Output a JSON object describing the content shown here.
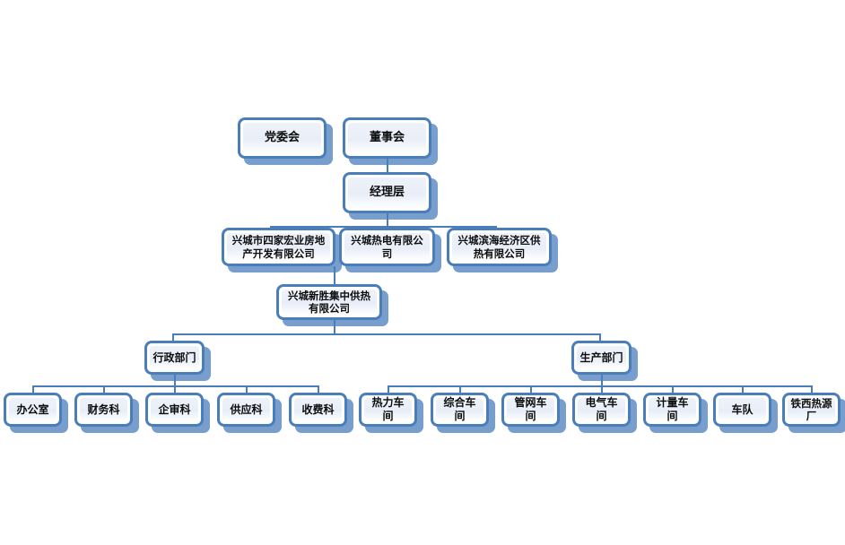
{
  "chart_data": {
    "type": "diagram",
    "title": "",
    "diagram_kind": "organizational-chart",
    "orientation": "top-down",
    "accent_color": "#4a7ebb",
    "fill_color": "#eef2fa",
    "text_color": "#0d0d0d",
    "background": "#ffffff",
    "levels": [
      {
        "level": 1,
        "nodes": [
          {
            "id": "party",
            "label": "党委会"
          },
          {
            "id": "board",
            "label": "董事会"
          }
        ]
      },
      {
        "level": 2,
        "nodes": [
          {
            "id": "manager",
            "label": "经理层",
            "parent": "board"
          }
        ]
      },
      {
        "level": 3,
        "nodes": [
          {
            "id": "sub1",
            "label": "兴城市四家宏业房地产开发有限公司",
            "parent": "manager"
          },
          {
            "id": "sub2",
            "label": "兴城热电有限公司",
            "parent": "manager"
          },
          {
            "id": "sub3",
            "label": "兴城滨海经济区供热有限公司",
            "parent": "manager"
          }
        ]
      },
      {
        "level": 4,
        "nodes": [
          {
            "id": "sub4",
            "label": "兴城新胜集中供热有限公司",
            "parent": "sub2"
          }
        ]
      },
      {
        "level": 5,
        "nodes": [
          {
            "id": "admin",
            "label": "行政部门",
            "parent": "sub4"
          },
          {
            "id": "prod",
            "label": "生产部门",
            "parent": "sub4"
          }
        ]
      },
      {
        "level": 6,
        "nodes": [
          {
            "id": "u1",
            "label": "办公室",
            "parent": "admin"
          },
          {
            "id": "u2",
            "label": "财务科",
            "parent": "admin"
          },
          {
            "id": "u3",
            "label": "企审科",
            "parent": "admin"
          },
          {
            "id": "u4",
            "label": "供应科",
            "parent": "admin"
          },
          {
            "id": "u5",
            "label": "收费科",
            "parent": "admin"
          },
          {
            "id": "u6",
            "label": "热力车间",
            "parent": "prod"
          },
          {
            "id": "u7",
            "label": "综合车间",
            "parent": "prod"
          },
          {
            "id": "u8",
            "label": "管网车间",
            "parent": "prod"
          },
          {
            "id": "u9",
            "label": "电气车间",
            "parent": "prod"
          },
          {
            "id": "u10",
            "label": "计量车间",
            "parent": "prod"
          },
          {
            "id": "u11",
            "label": "车队",
            "parent": "prod"
          },
          {
            "id": "u12",
            "label": "铁西热源厂",
            "parent": "prod"
          }
        ]
      }
    ]
  },
  "nodes": {
    "party": "党委会",
    "board": "董事会",
    "manager": "经理层",
    "sub1": "兴城市四家宏业房地产开发有限公司",
    "sub2": "兴城热电有限公司",
    "sub3": "兴城滨海经济区供热有限公司",
    "sub4": "兴城新胜集中供热有限公司",
    "admin": "行政部门",
    "prod": "生产部门",
    "u1": "办公室",
    "u2": "财务科",
    "u3": "企审科",
    "u4": "供应科",
    "u5": "收费科",
    "u6": "热力车间",
    "u7": "综合车间",
    "u8": "管网车间",
    "u9": "电气车间",
    "u10": "计量车间",
    "u11": "车队",
    "u12": "铁西热源厂"
  }
}
